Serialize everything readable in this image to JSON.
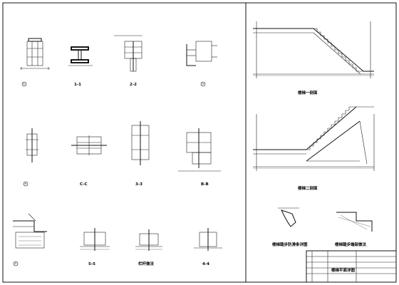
{
  "sheet": {
    "title_block_text": "楼梯平面详图",
    "colors": {
      "ink": "#111111",
      "paper": "#ffffff"
    }
  },
  "details": [
    {
      "id": "d1",
      "label": "①"
    },
    {
      "id": "d2",
      "label": "1-1"
    },
    {
      "id": "d3",
      "label": "2-2"
    },
    {
      "id": "d4",
      "label": "③"
    },
    {
      "id": "d5",
      "label": "④"
    },
    {
      "id": "d6",
      "label": "C-C"
    },
    {
      "id": "d7",
      "label": "3-3"
    },
    {
      "id": "d8",
      "label": "B-B"
    },
    {
      "id": "d9",
      "label": "⑤"
    },
    {
      "id": "d10",
      "label": "5-5"
    },
    {
      "id": "d11",
      "label": "栏杆做法"
    },
    {
      "id": "d12",
      "label": "4-4"
    }
  ],
  "elevations": [
    {
      "id": "e1",
      "label": "楼梯一剖面"
    },
    {
      "id": "e2",
      "label": "楼梯二剖面"
    }
  ],
  "bottom_notes": [
    {
      "id": "n1",
      "label": "楼梯踏步防滑条详图"
    },
    {
      "id": "n2",
      "label": "楼梯踏步端部做法"
    }
  ]
}
